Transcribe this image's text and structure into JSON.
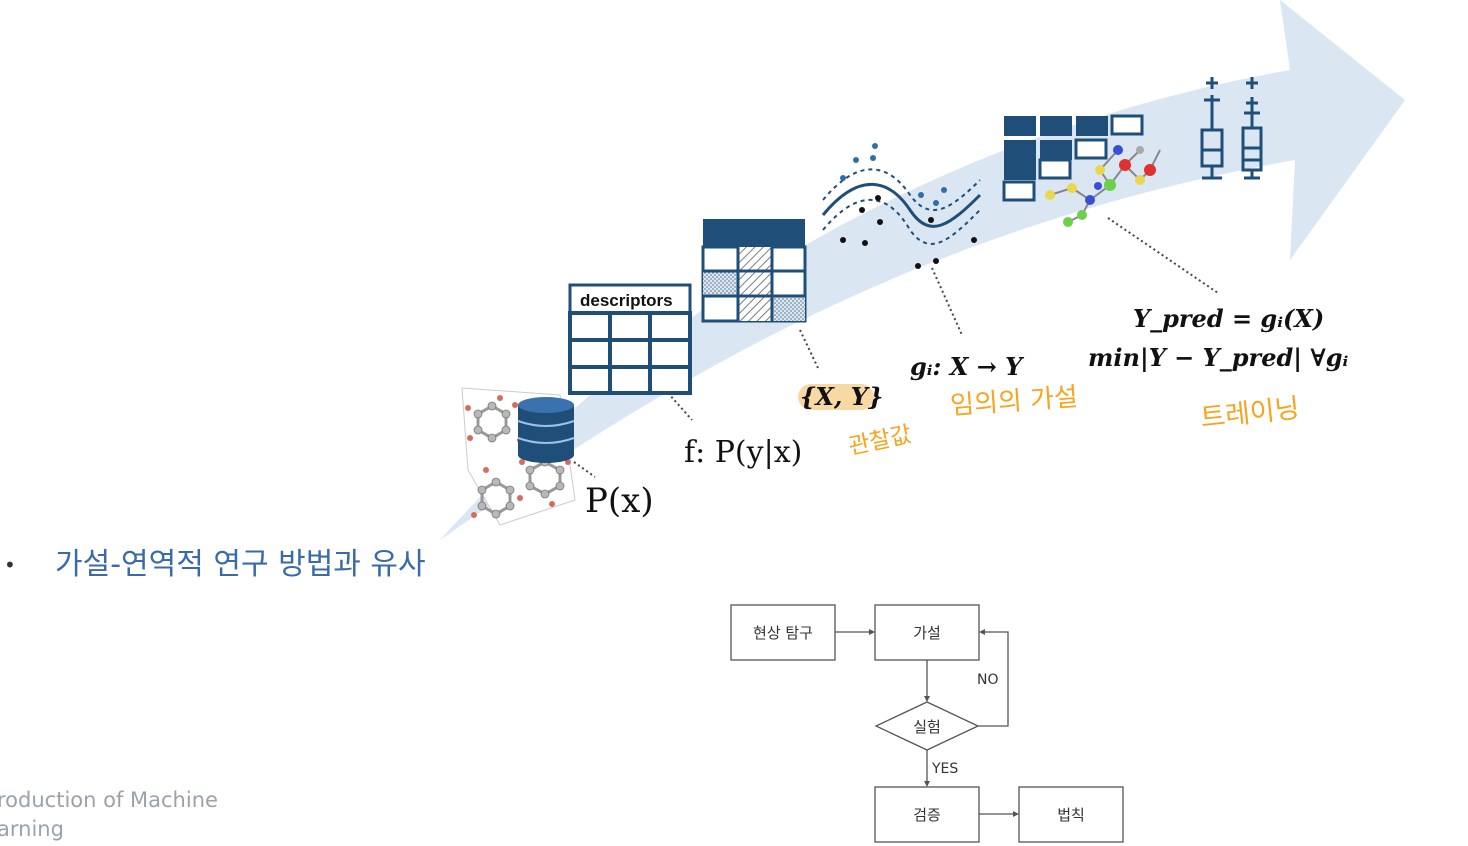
{
  "figure": {
    "descriptors_label": "descriptors",
    "px_label": "P(x)",
    "f_label": "f: P(y|x)",
    "xy_label": "{X, Y}",
    "g_label": "gᵢ: X → Y",
    "ypred_eq": "Y_pred = gᵢ(X)",
    "min_eq": "min|Y − Y_pred|   ∀gᵢ",
    "hw_observation": "관찰값",
    "hw_hypothesis": "임의의 가설",
    "hw_training": "트레이닝"
  },
  "bullet": {
    "marker": "•",
    "text": "가설-연역적 연구 방법과 유사"
  },
  "flowchart": {
    "explore": "현상 탐구",
    "hypothesis": "가설",
    "experiment": "실험",
    "verify": "검증",
    "law": "법칙",
    "no": "NO",
    "yes": "YES"
  },
  "footer": {
    "line1": "roduction of Machine",
    "line2": "arning"
  },
  "colors": {
    "arrow": "#dbe6f3",
    "navy": "#1f4e79",
    "bullet_text": "#3b6aa9",
    "handwriting": "#f5a51f",
    "footer_text": "#9aa2ab"
  }
}
